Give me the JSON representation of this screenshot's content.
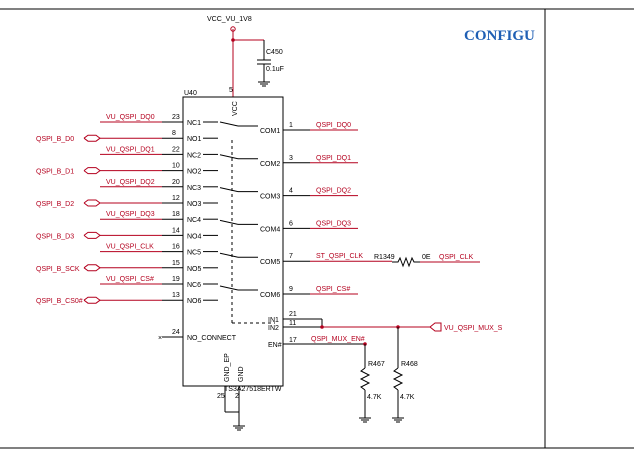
{
  "header": {
    "title": "CONFIGU"
  },
  "power": {
    "net": "VCC_VU_1V8",
    "cap_ref": "C450",
    "cap_value": "0.1uF"
  },
  "chip": {
    "ref": "U40",
    "part": "TS3A27518ERTW",
    "vcc_label": "VCC",
    "vcc_pin": "5",
    "left_pins": [
      {
        "pin": "23",
        "name": "NC1",
        "net": "VU_QSPI_DQ0",
        "port": false
      },
      {
        "pin": "8",
        "name": "NO1",
        "net": "QSPI_B_D0",
        "port": true
      },
      {
        "pin": "22",
        "name": "NC2",
        "net": "VU_QSPI_DQ1",
        "port": false
      },
      {
        "pin": "10",
        "name": "NO2",
        "net": "QSPI_B_D1",
        "port": true
      },
      {
        "pin": "20",
        "name": "NC3",
        "net": "VU_QSPI_DQ2",
        "port": false
      },
      {
        "pin": "12",
        "name": "NO3",
        "net": "QSPI_B_D2",
        "port": true
      },
      {
        "pin": "18",
        "name": "NC4",
        "net": "VU_QSPI_DQ3",
        "port": false
      },
      {
        "pin": "14",
        "name": "NO4",
        "net": "QSPI_B_D3",
        "port": true
      },
      {
        "pin": "16",
        "name": "NC5",
        "net": "VU_QSPI_CLK",
        "port": false
      },
      {
        "pin": "15",
        "name": "NO5",
        "net": "QSPI_B_SCK",
        "port": true
      },
      {
        "pin": "19",
        "name": "NC6",
        "net": "VU_QSPI_CS#",
        "port": false
      },
      {
        "pin": "13",
        "name": "NO6",
        "net": "QSPI_B_CS0#",
        "port": true
      }
    ],
    "nc_pin": {
      "pin": "24",
      "name": "NO_CONNECT"
    },
    "right_pins": [
      {
        "pin": "1",
        "name": "COM1",
        "net": "QSPI_DQ0"
      },
      {
        "pin": "3",
        "name": "COM2",
        "net": "QSPI_DQ1"
      },
      {
        "pin": "4",
        "name": "COM3",
        "net": "QSPI_DQ2"
      },
      {
        "pin": "6",
        "name": "COM4",
        "net": "QSPI_DQ3"
      },
      {
        "pin": "7",
        "name": "COM5",
        "net": "ST_QSPI_CLK"
      },
      {
        "pin": "9",
        "name": "COM6",
        "net": "QSPI_CS#"
      }
    ],
    "in_pins": [
      {
        "pin": "21",
        "name": "IN1"
      },
      {
        "pin": "11",
        "name": "IN2"
      },
      {
        "pin": "17",
        "name": "EN#"
      }
    ],
    "gnd_pins": [
      {
        "pin": "25",
        "name": "GND_EP"
      },
      {
        "pin": "2",
        "name": "GND"
      }
    ]
  },
  "clk_resistor": {
    "ref": "R1349",
    "value": "0E",
    "net": "QSPI_CLK"
  },
  "mux_net": "VU_QSPI_MUX_S",
  "en_net": "QSPI_MUX_EN#",
  "pulldowns": [
    {
      "ref": "R467",
      "value": "4.7K"
    },
    {
      "ref": "R468",
      "value": "4.7K"
    }
  ]
}
